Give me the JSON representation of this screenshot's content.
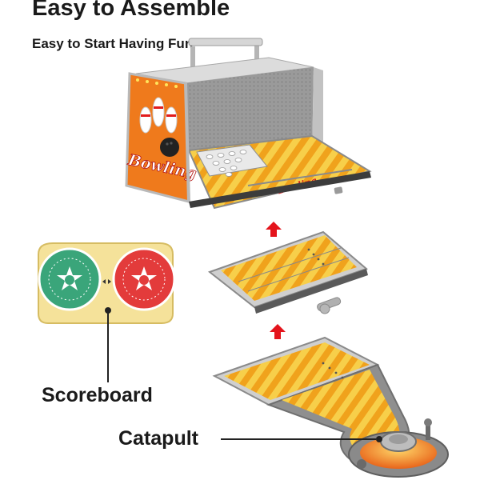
{
  "header": {
    "title": "Easy to Assemble",
    "subtitle": "Easy to Start Having Fun"
  },
  "callouts": {
    "scoreboard": "Scoreboard",
    "catapult": "Catapult"
  },
  "product": {
    "box_logo": "Bowling",
    "lane_logo": "Bowling"
  },
  "colors": {
    "lane_orange": "#f0a21c",
    "lane_yellow": "#f7cf4a",
    "box_orange": "#ef7a1c",
    "frame_gray": "#c8c8c8",
    "arrow_red": "#e4141c",
    "dial_green": "#3aa57a",
    "dial_red": "#e33b3b",
    "scoreboard_yellow": "#f5e29a"
  },
  "icons": {
    "assembly_arrow": "arrow-up-icon",
    "handle": "handle-icon"
  }
}
